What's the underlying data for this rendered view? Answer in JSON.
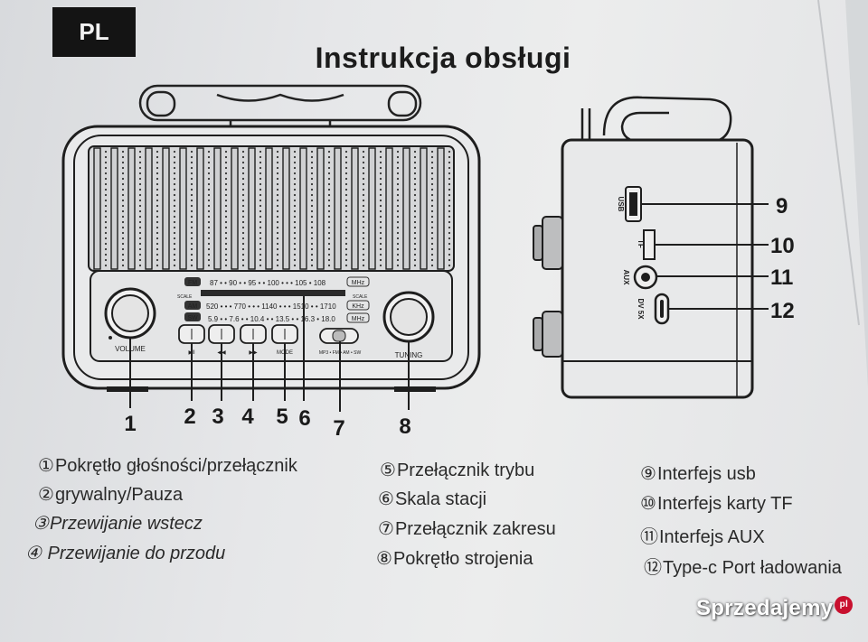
{
  "header": {
    "lang_badge": "PL",
    "title": "Instrukcja obsługi"
  },
  "radio_front": {
    "scales": [
      {
        "band": "FM",
        "values": "87 • • 90 • • 95 • • 100 • • • 105 • 108",
        "unit": "MHz"
      },
      {
        "band": "AM",
        "values": "520 • • • 770 • • • 1140 • • • 1510 • • 1710",
        "unit": "KHz"
      },
      {
        "band": "SW",
        "values": "5.9 • • 7.6 • • 10.4 • • 13.5 • • 16.3 • 18.0",
        "unit": "MHz"
      }
    ],
    "scale_label": "SCALE",
    "volume_label": "VOLUME",
    "tuning_label": "TUNING",
    "play_pause_symbol": "▶‖",
    "prev_symbol": "◀◀",
    "next_symbol": "▶▶",
    "mode_label": "MODE",
    "range_switch_label": "MP3 • FM • AM • SW"
  },
  "radio_side": {
    "usb_label": "USB",
    "tf_label": "TF",
    "aux_label": "AUX",
    "dc_label": "DV 5X"
  },
  "callouts": {
    "front": [
      "1",
      "2",
      "3",
      "4",
      "5",
      "6",
      "7",
      "8"
    ],
    "side": [
      "9",
      "10",
      "11",
      "12"
    ]
  },
  "legend": {
    "col1": [
      {
        "mark": "①",
        "text": "Pokrętło głośności/przełącznik"
      },
      {
        "mark": "②",
        "text": "grywalny/Pauza"
      },
      {
        "mark": "③",
        "text": "Przewijanie wstecz"
      },
      {
        "mark": "④",
        "text": " Przewijanie do przodu"
      }
    ],
    "col2": [
      {
        "mark": "⑤",
        "text": "Przełącznik trybu"
      },
      {
        "mark": "⑥",
        "text": "Skala stacji"
      },
      {
        "mark": "⑦",
        "text": "Przełącznik zakresu"
      },
      {
        "mark": "⑧",
        "text": "Pokrętło strojenia"
      }
    ],
    "col3": [
      {
        "mark": "⑨",
        "text": "Interfejs usb"
      },
      {
        "mark": "⑩",
        "text": "Interfejs karty TF"
      },
      {
        "mark": "⑪",
        "text": "Interfejs AUX"
      },
      {
        "mark": "⑫",
        "text": "Type-c Port ładowania"
      }
    ]
  },
  "watermark": {
    "text": "Sprzedajemy",
    "badge": "pl"
  }
}
